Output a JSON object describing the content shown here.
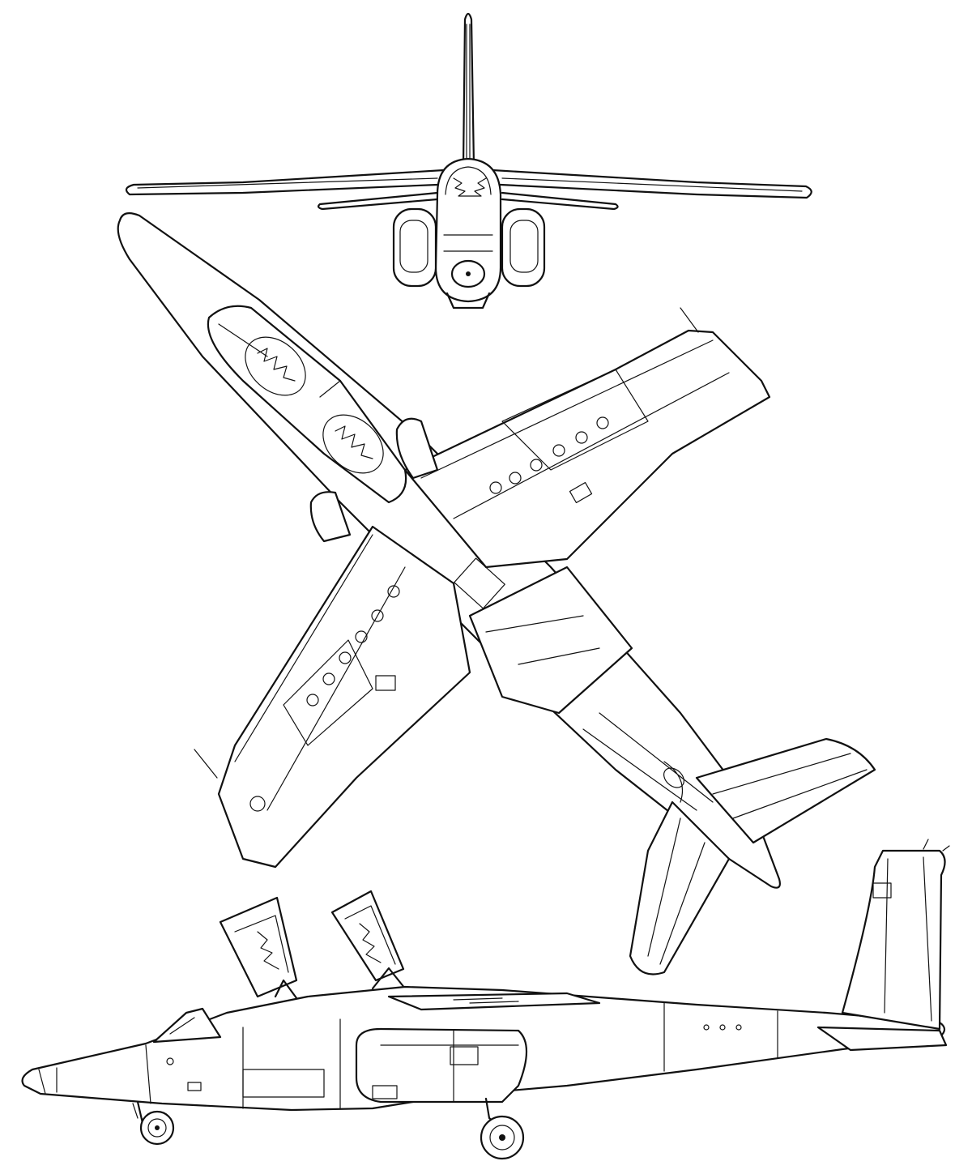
{
  "drawing": {
    "views": [
      "front-view",
      "plan-view",
      "side-view"
    ],
    "line_color": "#111111",
    "background": "#ffffff",
    "canopy_symbol": "zigzag-reflection-icon"
  }
}
